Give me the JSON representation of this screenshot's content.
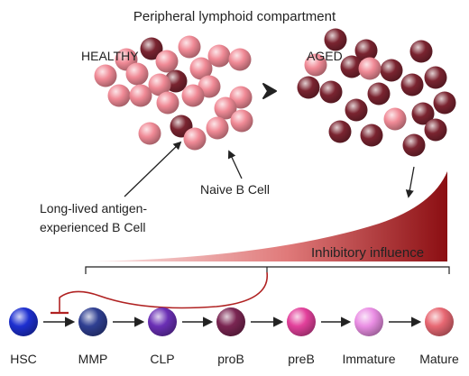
{
  "title": "Peripheral lymphoid compartment",
  "healthy": {
    "label": "HEALTHY"
  },
  "aged": {
    "label": "AGED"
  },
  "annotations": {
    "naive_b_cell": "Naive B Cell",
    "long_lived_line1": "Long-lived antigen-",
    "long_lived_line2": "experienced B Cell"
  },
  "inhibitory_influence": {
    "label": "Inhibitory influence"
  },
  "stages": [
    {
      "name": "HSC"
    },
    {
      "name": "MMP"
    },
    {
      "name": "CLP"
    },
    {
      "name": "proB"
    },
    {
      "name": "preB"
    },
    {
      "name": "Immature"
    },
    {
      "name": "Mature"
    }
  ],
  "colors": {
    "naive_cell": "#f08a96",
    "long_lived_cell": "#7a2430",
    "wedge_dark": "#8b0e12",
    "wedge_light": "#fbe6e6",
    "inhibition_line": "#b02222",
    "stage_colors": [
      "#1d2fd0",
      "#2f3f92",
      "#6a2fb5",
      "#7a2552",
      "#e2409b",
      "#ea8ee4",
      "#e86873"
    ]
  }
}
